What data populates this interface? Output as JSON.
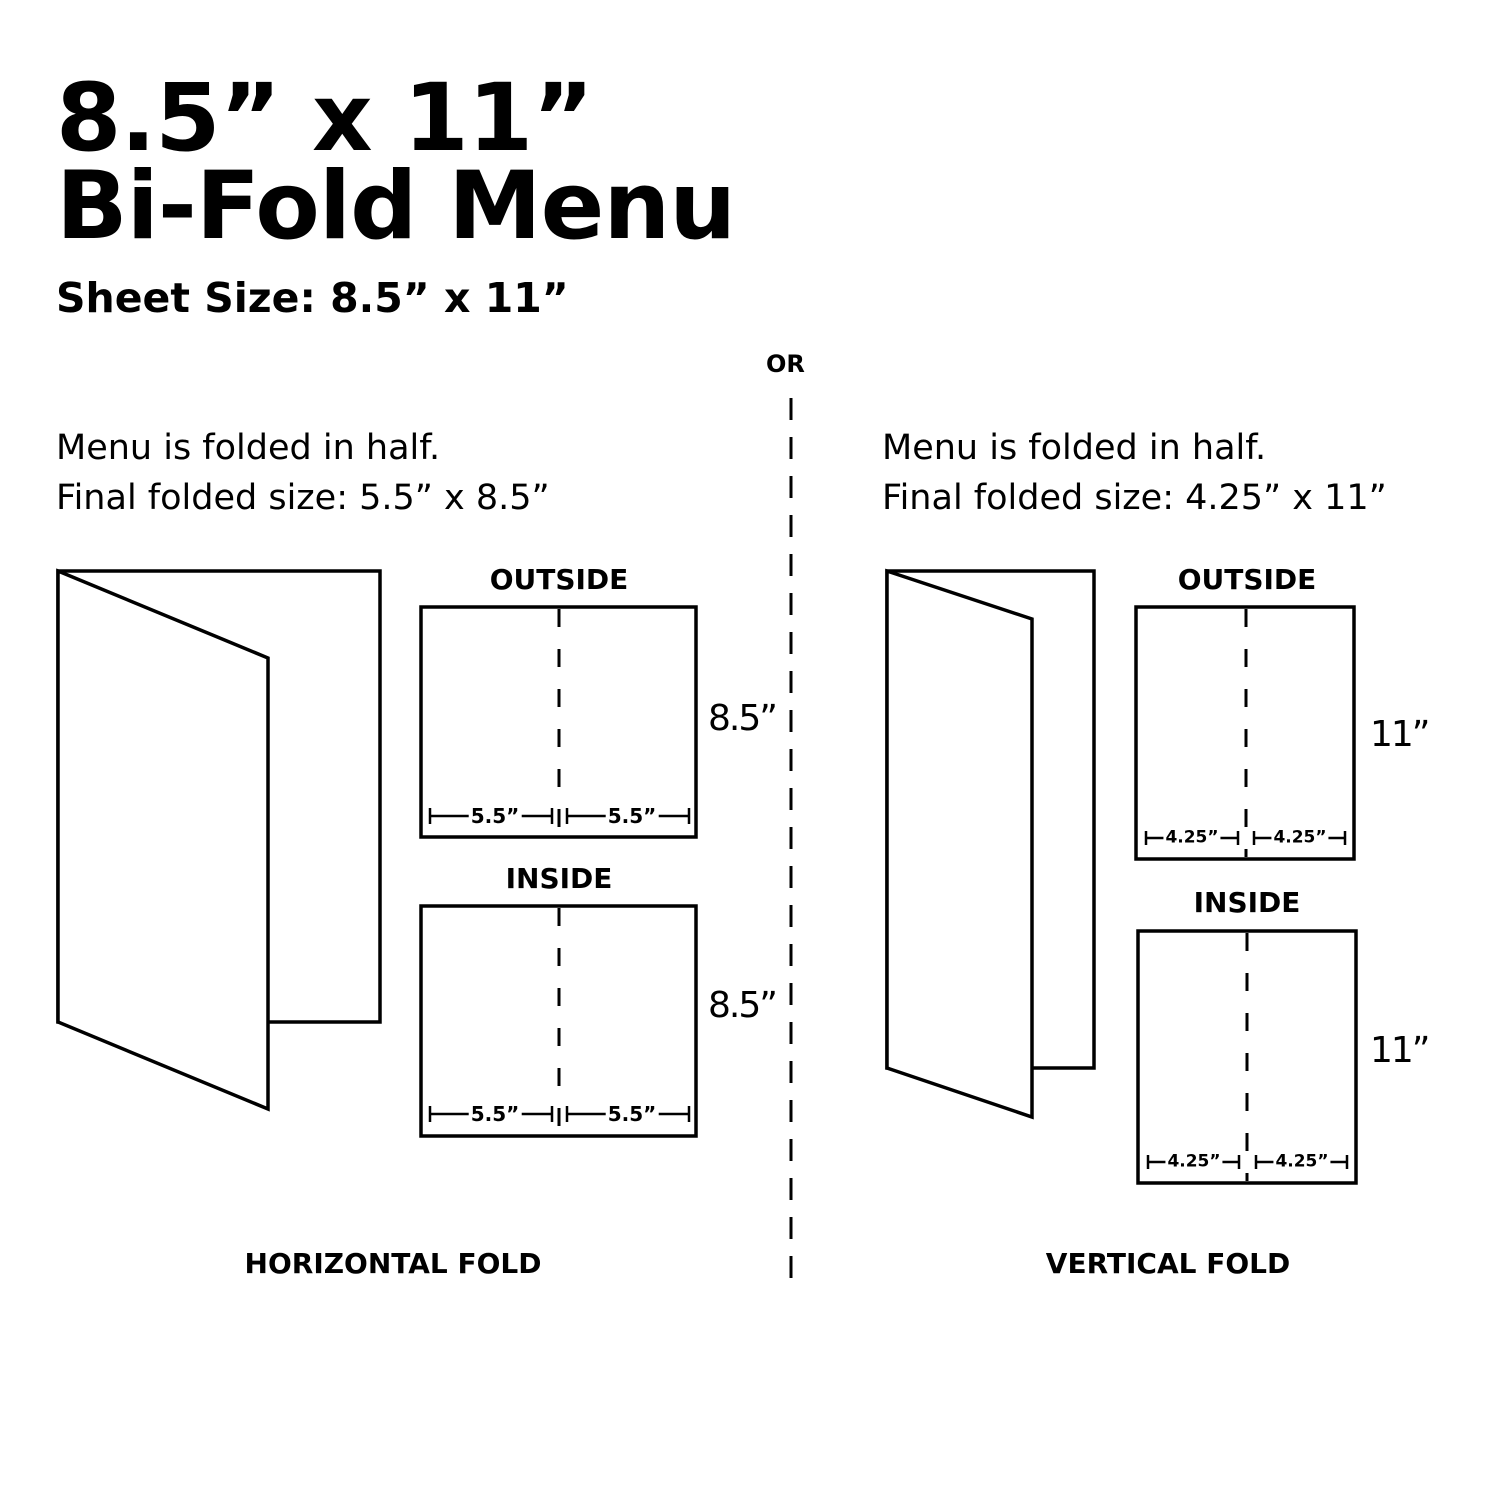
{
  "header": {
    "title_line1": "8.5” x 11”",
    "title_line2": "Bi-Fold Menu",
    "sheet_size": "Sheet Size: 8.5” x 11”"
  },
  "divider": {
    "label": "OR"
  },
  "horizontal_fold": {
    "description_line1": "Menu is folded in half.",
    "description_line2": "Final folded size: 5.5” x 8.5”",
    "caption": "HORIZONTAL FOLD",
    "outside": {
      "label": "OUTSIDE",
      "height_label": "8.5”",
      "left_width": "5.5”",
      "right_width": "5.5”"
    },
    "inside": {
      "label": "INSIDE",
      "height_label": "8.5”",
      "left_width": "5.5”",
      "right_width": "5.5”"
    }
  },
  "vertical_fold": {
    "description_line1": "Menu is folded in half.",
    "description_line2": "Final folded size: 4.25” x 11”",
    "caption": "VERTICAL FOLD",
    "outside": {
      "label": "OUTSIDE",
      "height_label": "11”",
      "left_width": "4.25”",
      "right_width": "4.25”"
    },
    "inside": {
      "label": "INSIDE",
      "height_label": "11”",
      "left_width": "4.25”",
      "right_width": "4.25”"
    }
  },
  "colors": {
    "stroke": "#000000",
    "background": "#ffffff"
  }
}
